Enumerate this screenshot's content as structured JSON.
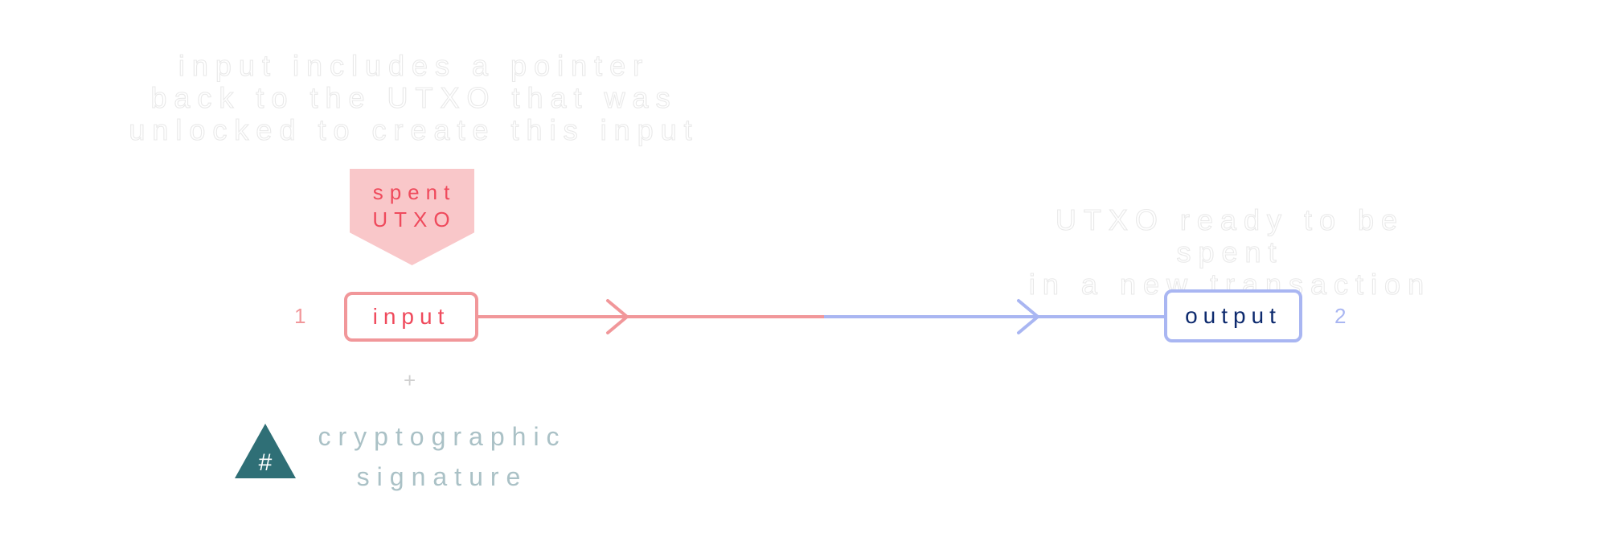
{
  "annotations": {
    "input_note": "input includes a pointer\nback to the UTXO that was\nunlocked to create this input",
    "output_note": "UTXO ready to be spent\nin a new transaction"
  },
  "spent_utxo": {
    "label": "spent\nUTXO"
  },
  "input_node": {
    "number": "1",
    "label": "input"
  },
  "output_node": {
    "number": "2",
    "label": "output"
  },
  "plus_sign": "+",
  "signature": {
    "icon_symbol": "#",
    "label": "cryptographic\nsignature"
  },
  "colors": {
    "input": "#f1979a",
    "input_text": "#ef4a5c",
    "spent_fill": "#f9c7c9",
    "output": "#a9b6f2",
    "output_text": "#0d2a6e",
    "signature_icon": "#2f6f76",
    "signature_text": "#aac1c6"
  }
}
